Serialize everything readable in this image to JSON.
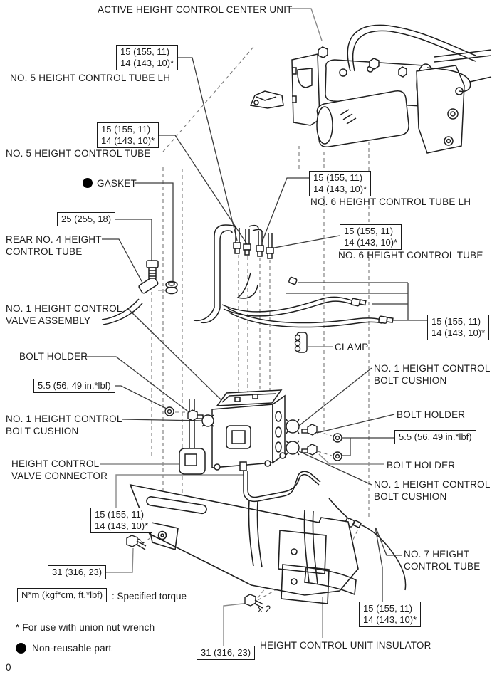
{
  "diagram": {
    "page_marker": "0",
    "colors": {
      "part_line": "#1f1f1f",
      "leader_dark": "#3c3c3c",
      "leader_gray": "#8a8a8a",
      "background": "#ffffff"
    },
    "labels": {
      "active_unit": "ACTIVE HEIGHT CONTROL CENTER UNIT",
      "no5_tube_lh": "NO. 5 HEIGHT CONTROL TUBE LH",
      "no5_tube": "NO. 5 HEIGHT CONTROL TUBE",
      "gasket": "GASKET",
      "rear_no4_tube": "REAR NO. 4 HEIGHT\nCONTROL TUBE",
      "no1_valve_assembly": "NO. 1 HEIGHT CONTROL\nVALVE ASSEMBLY",
      "no6_tube_lh": "NO. 6 HEIGHT CONTROL TUBE LH",
      "no6_tube": "NO. 6 HEIGHT CONTROL TUBE",
      "clamp": "CLAMP",
      "bolt_cushion": "NO. 1 HEIGHT CONTROL\nBOLT CUSHION",
      "bolt_holder": "BOLT HOLDER",
      "valve_connector": "HEIGHT CONTROL\nVALVE CONNECTOR",
      "no7_tube": "NO. 7 HEIGHT\nCONTROL TUBE",
      "insulator": "HEIGHT CONTROL UNIT INSULATOR",
      "x2": "x 2"
    },
    "torque_values": {
      "t15_14": "15 (155, 11)\n14 (143, 10)*",
      "t25": "25 (255, 18)",
      "t55": "5.5 (56, 49 in.*lbf)",
      "t31": "31 (316, 23)"
    },
    "legend": {
      "unit_box": "N*m (kgf*cm, ft.*lbf)",
      "unit_suffix": ": Specified torque",
      "union_nut_note": "* For use with union nut wrench",
      "non_reusable_note": "Non-reusable part"
    }
  }
}
